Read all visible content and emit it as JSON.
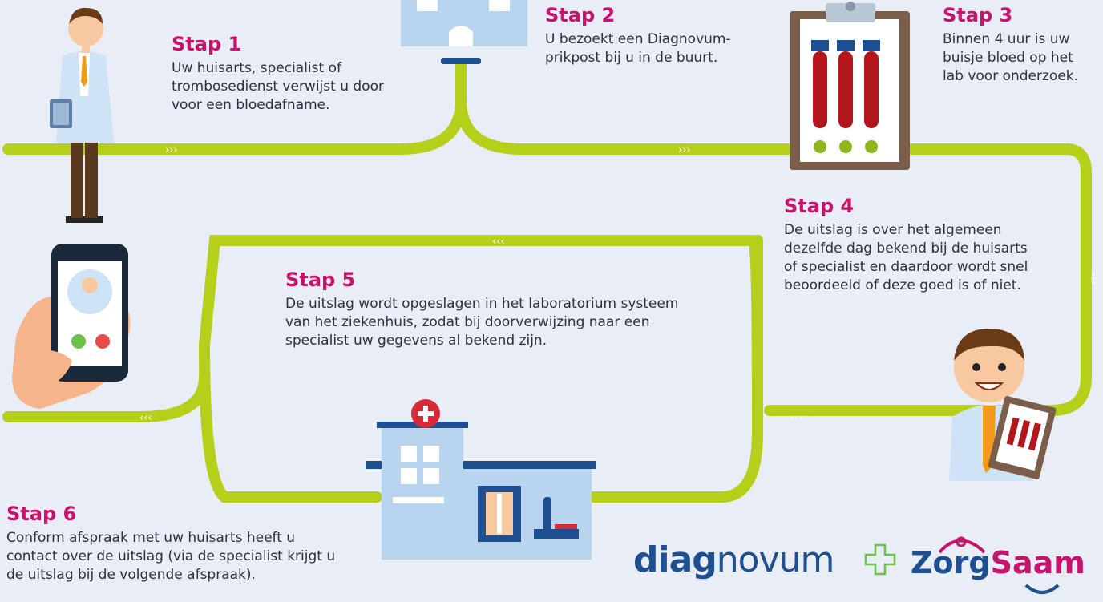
{
  "steps": [
    {
      "title": "Stap 1",
      "text": "Uw huisarts, specialist of trombosedienst verwijst u door voor een bloedafname."
    },
    {
      "title": "Stap 2",
      "text": "U bezoekt een Diagnovum-prikpost bij u in de buurt."
    },
    {
      "title": "Stap 3",
      "text": "Binnen 4 uur is uw buisje bloed op het lab voor onderzoek."
    },
    {
      "title": "Stap 4",
      "text": "De uitslag is over het algemeen dezelfde dag bekend bij de huisarts of specialist en daardoor wordt snel beoordeeld of deze goed is of niet."
    },
    {
      "title": "Stap 5",
      "text": "De uitslag wordt opgeslagen in het laboratorium systeem van het ziekenhuis, zodat bij doorverwijzing naar een specialist uw gegevens al bekend zijn."
    },
    {
      "title": "Stap 6",
      "text": "Conform afspraak met uw huisarts heeft u contact over de uitslag (via de specialist krijgt u de uitslag bij de volgende afspraak)."
    }
  ],
  "arrows": {
    "forward": "›››",
    "backward": "‹‹‹",
    "down": "›››"
  },
  "logos": {
    "diagnovum_bold": "diag",
    "diagnovum_light": "novum",
    "zorgsaam_a": "Zorg",
    "zorgsaam_b": "Saam"
  },
  "colors": {
    "background": "#e8edf6",
    "path": "#b5cf1a",
    "accent": "#c8136a",
    "text": "#2f2f3f",
    "brand_blue": "#1d4f91"
  },
  "icons": [
    "doctor-icon",
    "medical-post-icon",
    "blood-test-clipboard-icon",
    "smartphone-call-icon",
    "hospital-lab-icon",
    "doctor-with-results-icon",
    "plus-icon"
  ]
}
